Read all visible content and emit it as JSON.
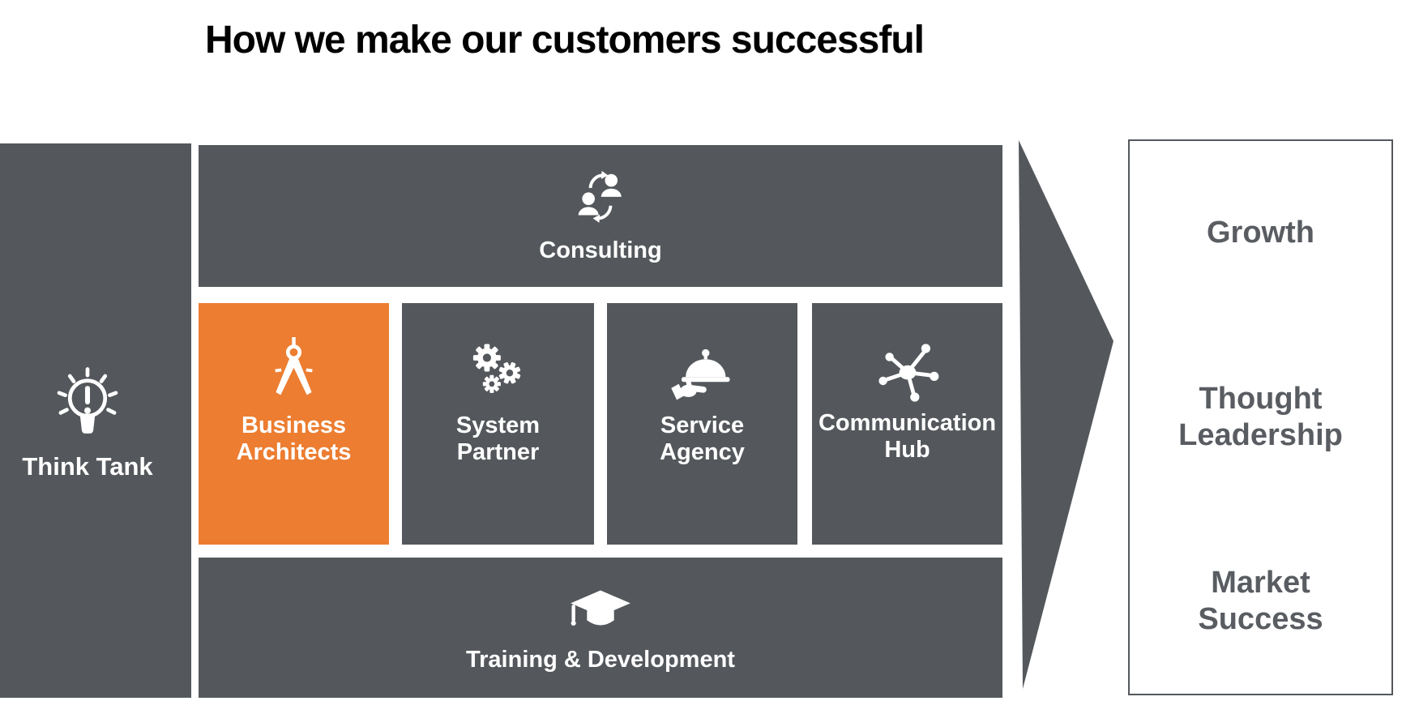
{
  "title": "How we make our customers successful",
  "colors": {
    "dark_gray": "#54585C",
    "accent_orange": "#EC7D31",
    "panel_text_gray": "#595D62",
    "label_white": "#FFFFFF",
    "title_black": "#000000"
  },
  "think_tank": {
    "label": "Think Tank",
    "icon": "lightbulb-idea-icon"
  },
  "consulting": {
    "label": "Consulting",
    "icon": "people-exchange-icon"
  },
  "services": [
    {
      "label_lines": [
        "Business",
        "Architects"
      ],
      "icon": "drafting-compass-icon",
      "highlighted": true
    },
    {
      "label_lines": [
        "System",
        "Partner"
      ],
      "icon": "gears-icon",
      "highlighted": false
    },
    {
      "label_lines": [
        "Service",
        "Agency"
      ],
      "icon": "serving-cloche-icon",
      "highlighted": false
    },
    {
      "label_lines": [
        "Communication",
        "Hub"
      ],
      "icon": "network-hub-icon",
      "highlighted": false
    }
  ],
  "training": {
    "label": "Training & Development",
    "icon": "graduation-cap-icon"
  },
  "arrow": {
    "icon": "flow-arrow-right"
  },
  "outcomes": [
    {
      "lines": [
        "Growth"
      ]
    },
    {
      "lines": [
        "Thought",
        "Leadership"
      ]
    },
    {
      "lines": [
        "Market",
        "Success"
      ]
    }
  ]
}
